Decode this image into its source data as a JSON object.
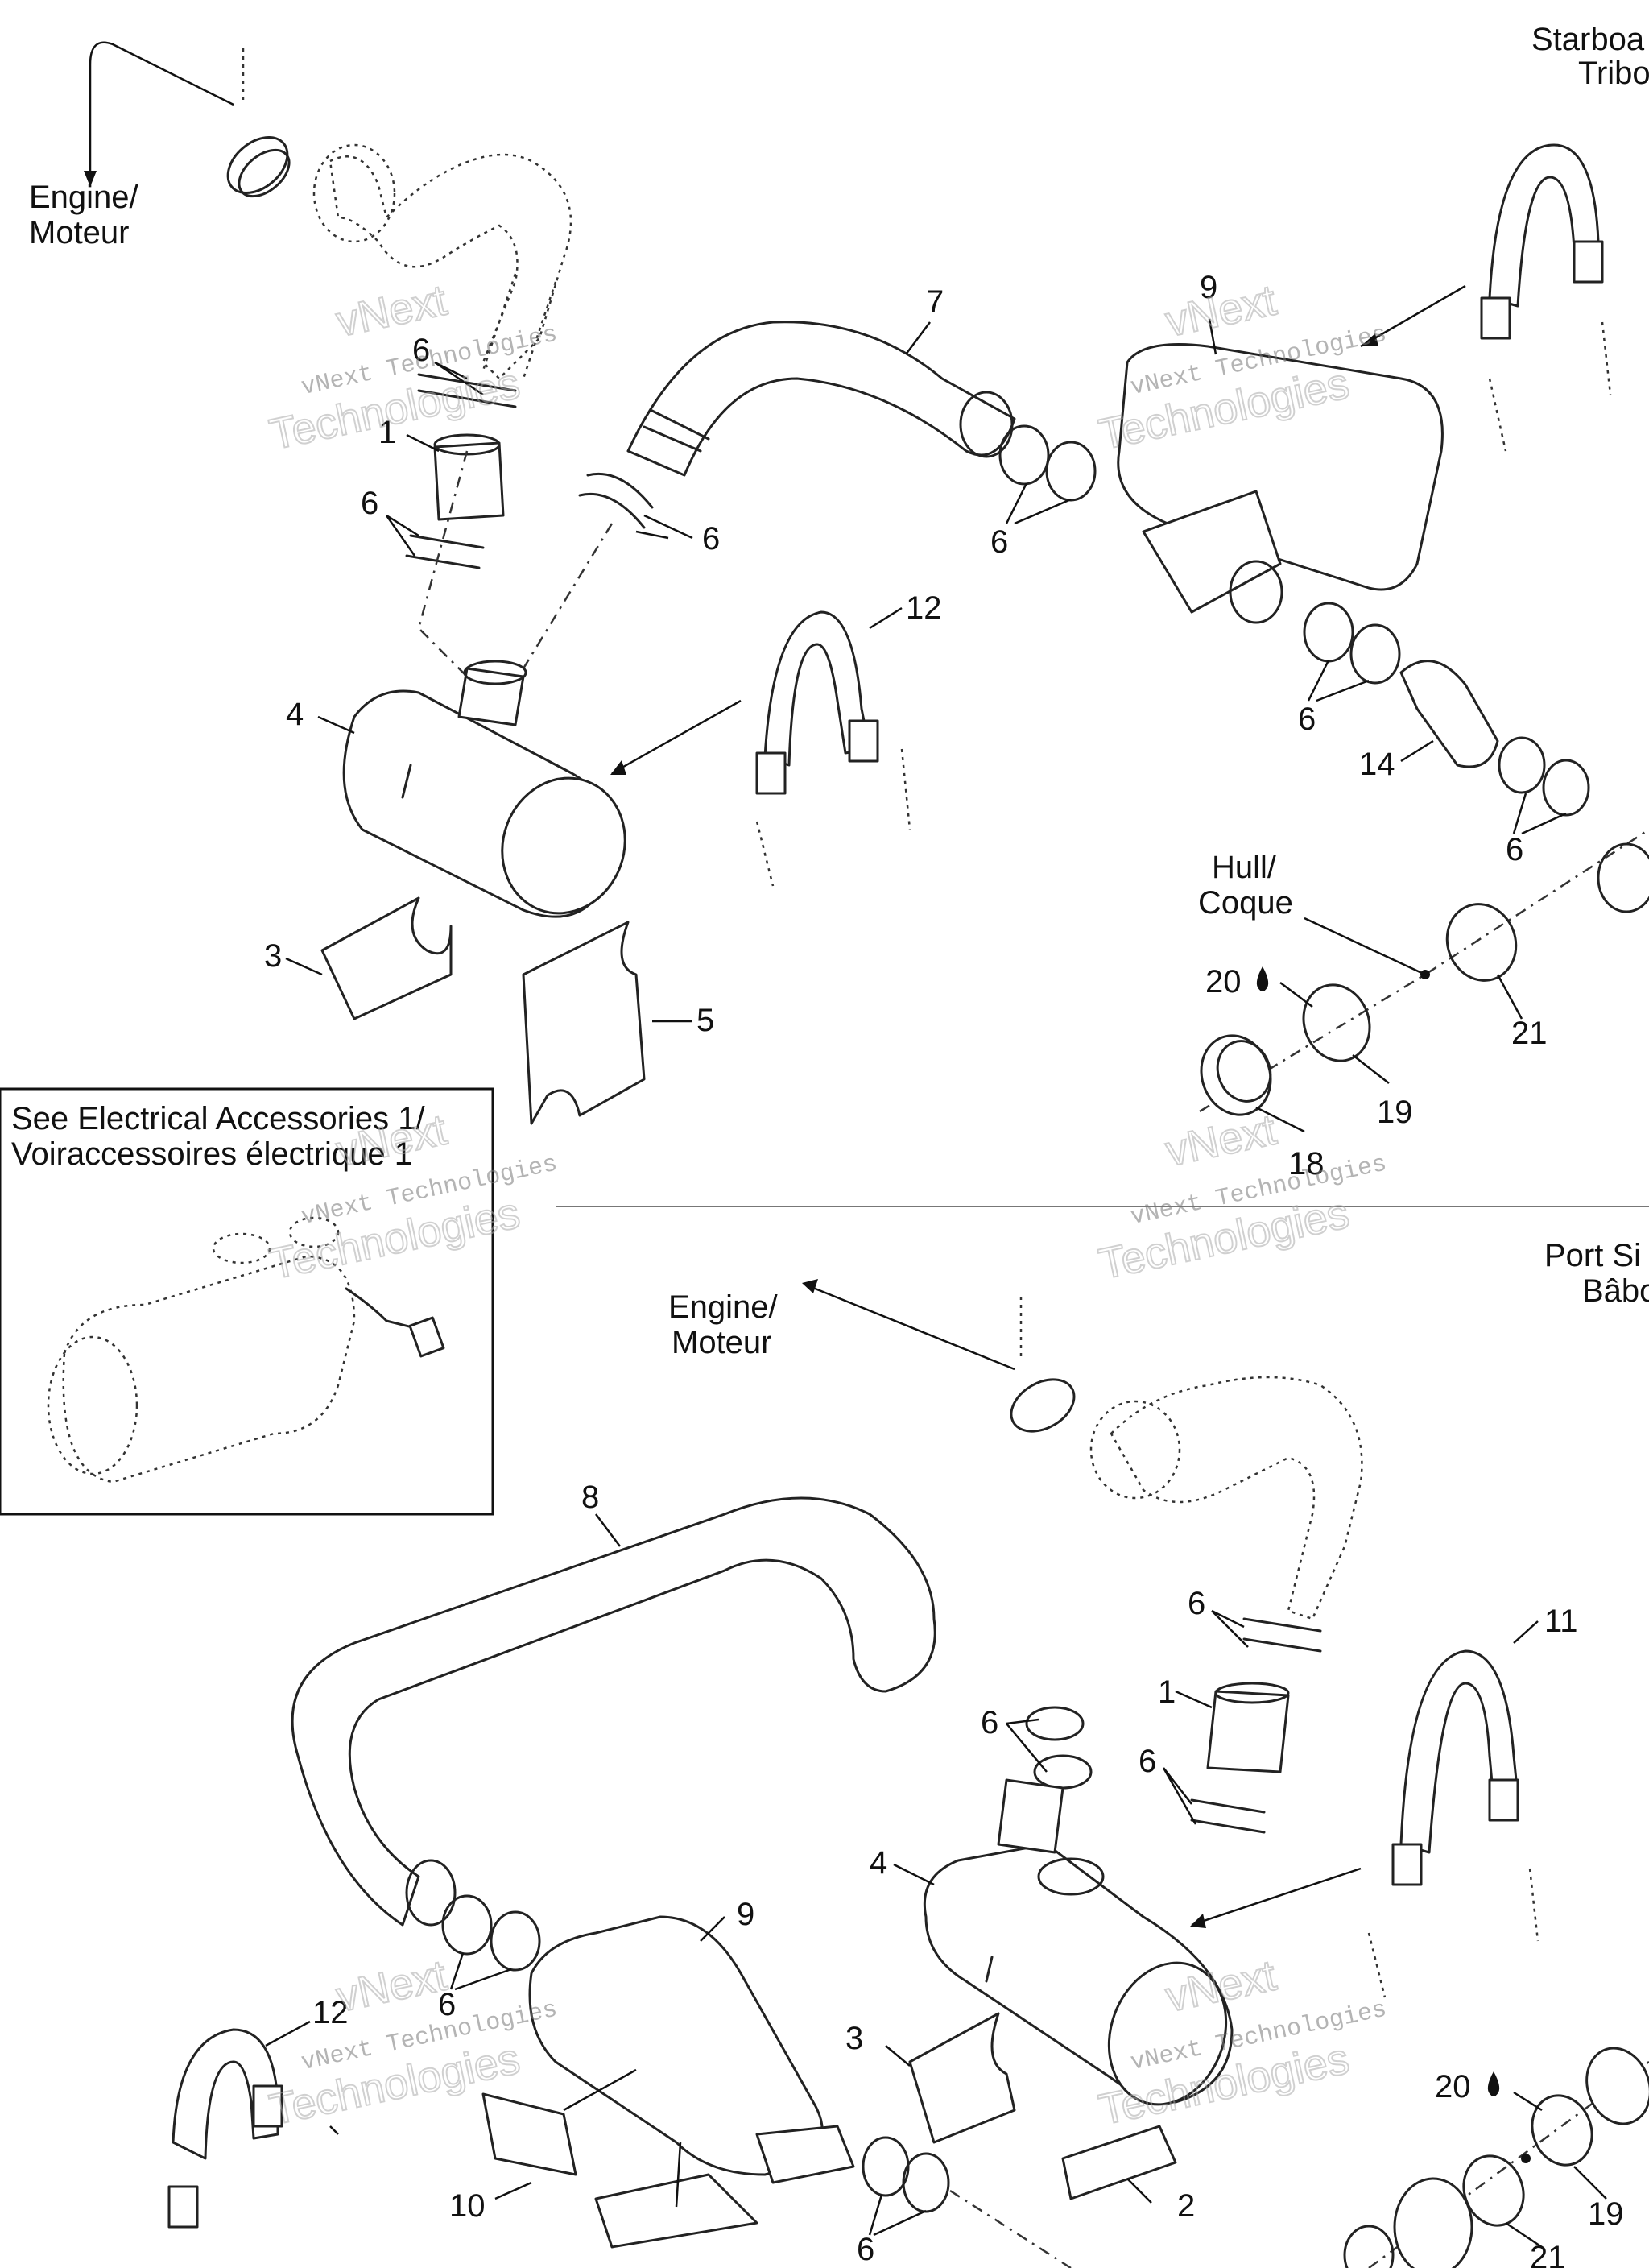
{
  "labels": {
    "starboard_side": "Starboa",
    "starboard_side_fr": "Tribo",
    "engine_top": "Engine/",
    "engine_top_fr": "Moteur",
    "engine_bottom": "Engine/",
    "engine_bottom_fr": "Moteur",
    "hull": "Hull/",
    "hull_fr": "Coque",
    "port_side": "Port Si",
    "port_side_fr": "Bâbo",
    "see_electrical": "See Electrical Accessories 1/",
    "see_electrical_fr": "Voiraccessoires électrique 1"
  },
  "callouts": {
    "top": {
      "c7": "7",
      "c9": "9",
      "c6a": "6",
      "c1": "1",
      "c6b": "6",
      "c6c": "6",
      "c6d": "6",
      "c12": "12",
      "c4": "4",
      "c3": "3",
      "c5": "5",
      "c6e": "6",
      "c14": "14",
      "c6f": "6",
      "c20": "20",
      "c21": "21",
      "c19": "19",
      "c18": "18"
    },
    "bottom": {
      "c8": "8",
      "c6a": "6",
      "c11": "11",
      "c1": "1",
      "c6b": "6",
      "c6c": "6",
      "c4": "4",
      "c9": "9",
      "c6d": "6",
      "c12": "12",
      "c3": "3",
      "c20": "20",
      "c10": "10",
      "c2": "2",
      "c6e": "6",
      "c19": "19",
      "c21": "21"
    }
  },
  "watermarks": {
    "line1": "vNext Technologies",
    "line2": "vNext",
    "line3": "Technologies"
  },
  "icons": {
    "lubricant": "drop-icon"
  }
}
